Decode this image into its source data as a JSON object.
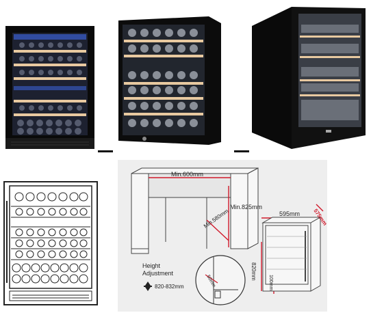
{
  "dimensions": {
    "width_label": "Min.600mm",
    "height_label": "Min.825mm",
    "depth_label": "Min.580mm",
    "unit_width": "595mm",
    "unit_depth": "575mm",
    "unit_height": "820mm",
    "side_gap": "100mm",
    "small_gap": "50mm",
    "height_adjustment_label_1": "Height",
    "height_adjustment_label_2": "Adjustment",
    "height_range": "820-832mm"
  },
  "colors": {
    "accent_red": "#d0182a",
    "cabinet_black": "#111111",
    "shelf_wood": "#e8c9a0"
  }
}
